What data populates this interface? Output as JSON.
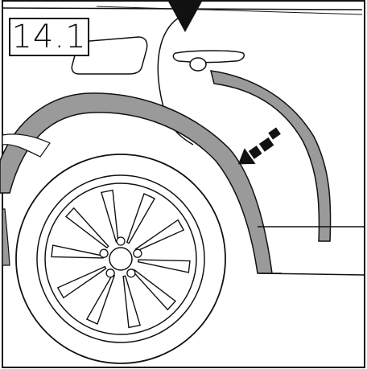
{
  "step": {
    "label": "14.1"
  },
  "colors": {
    "line": "#111111",
    "trim_fill": "#9a9a9a",
    "background": "#ffffff"
  },
  "icons": {
    "top_pointer": "down-triangle-arrow",
    "direction_marker": "dashed-arrow"
  }
}
